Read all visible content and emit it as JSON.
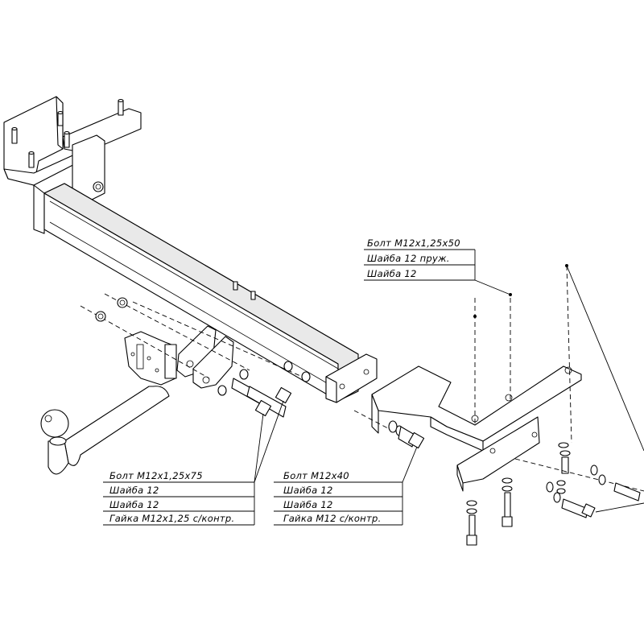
{
  "callouts": {
    "top": {
      "lines": [
        "Болт M12x1,25x50",
        "Шайба 12 пруж.",
        "Шайба 12"
      ]
    },
    "left": {
      "lines": [
        "Болт M12x1,25x75",
        "Шайба 12",
        "Шайба 12",
        "Гайка M12x1,25 с/контр."
      ]
    },
    "middle": {
      "lines": [
        "Болт M12x40",
        "Шайба 12",
        "Шайба 12",
        "Гайка M12 с/контр."
      ]
    }
  },
  "colors": {
    "line": "#000000",
    "background": "#ffffff"
  }
}
